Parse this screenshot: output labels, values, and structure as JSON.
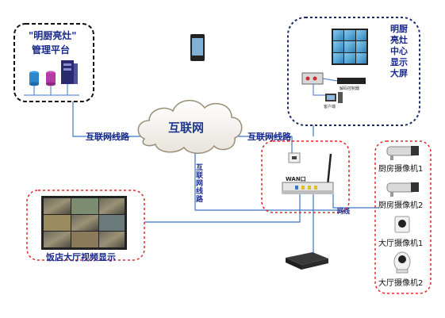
{
  "platform": {
    "title_line1": "\"明厨亮灶\"",
    "title_line2": "管理平台"
  },
  "cloud": {
    "label": "互联网"
  },
  "links": {
    "left": "互联网线路",
    "right": "互联网线路",
    "vertical": "互联网线路",
    "lan": "网线"
  },
  "center_screen": {
    "label_chars": [
      "明",
      "厨",
      "亮",
      "灶",
      "中",
      "心",
      "显",
      "示",
      "大",
      "屏"
    ]
  },
  "decoder_label": "解码控制器",
  "client_label": "客户端",
  "router": {
    "wan_label": "WAN口"
  },
  "cameras": [
    {
      "label": "厨房摄像机1"
    },
    {
      "label": "厨房摄像机2"
    },
    {
      "label": "大厅摄像机1"
    },
    {
      "label": "大厅摄像机2"
    }
  ],
  "hall_display": {
    "label": "饭店大厅视频显示"
  },
  "colors": {
    "red_border": "#e02828",
    "navy_border": "#1a2a6a",
    "line": "#3b76c4",
    "text": "#1a2a8a"
  }
}
